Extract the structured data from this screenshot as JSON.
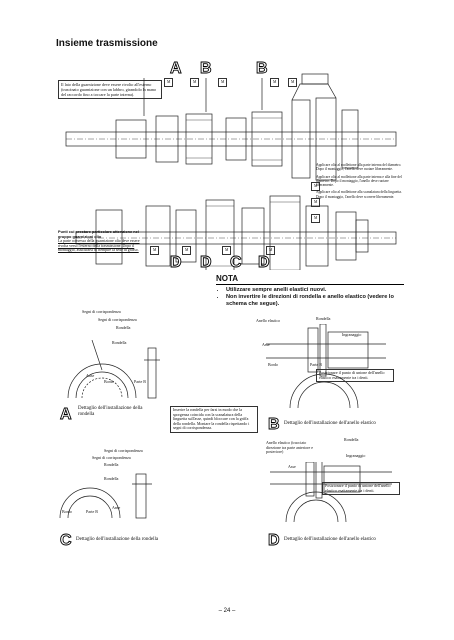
{
  "page": {
    "title": "Insieme trasmissione",
    "page_number": "– 24 –"
  },
  "callouts": {
    "top_left": "Il lato della guarnizione deve essere rivolto all'esterno (trascinato guarnizione con un labbro, girandolo la mano del raccordo fino a toccare la parte interna).",
    "lower_left_head": "Punti cui prestare particolare attenzione nel gruppo guarnizioni olio",
    "lower_left_body": "La parte convessa della guarnizione olio deve essere rivolta verso l'esterno della trasmissione. Dopo il montaggio, assicurarsi di riempire la sede di grasso.",
    "right_1": "Applicare olio al mollettone alla parte interna del diametro. Dopo il montaggio, l'anello deve ruotare liberamente.",
    "right_2": "Applicare olio al mollettone alla parte interna e alla fine del diametro. Dopo il montaggio, l'anello deve ruotare liberamente.",
    "right_3": "Applicare olio al mollettone alla scanalatura della linguetta. Dopo il montaggio, l'anello deve scorrere liberamente."
  },
  "markers": {
    "top_letters": [
      "A",
      "B",
      "B"
    ],
    "bottom_letters": [
      "D",
      "D",
      "C",
      "D"
    ],
    "m_labels": [
      "M",
      "M",
      "M",
      "M",
      "M",
      "M",
      "M",
      "M",
      "M",
      "M",
      "M",
      "M"
    ]
  },
  "nota": {
    "heading": "NOTA",
    "items": [
      "Utilizzare sempre anelli elastici nuovi.",
      "Non invertire le direzioni di rondella e anello elastico (vedere lo schema che segue)."
    ]
  },
  "detail_a": {
    "letter": "A",
    "caption": "Dettaglio dell'installazione della rondella",
    "labels": {
      "segni": "Segni di corrispondenza",
      "segni2": "Segni di corrispondenza",
      "rondella": "Rondella",
      "bordo": "Bordo",
      "anse": "Anse",
      "parte_b": "Parte B"
    },
    "lower_labels": {
      "segni": "Segni di corrispondenza",
      "segni2": "Segni di corrispondenza",
      "rondella": "Rondella",
      "bordo": "Bordo",
      "anse": "Anse",
      "parte_b": "Parte B"
    },
    "instruction": "Inserire la rondella per farsi in modo che la sporgenza coincida con la scanalatura della linguetta sull'asse, quindi bloccare con la griffa della rondella. Montare la rondella rispettando i segni di corrispondenza."
  },
  "detail_b": {
    "letter": "B",
    "caption": "Dettaglio dell'installazione dell'anello elastico",
    "top_labels": {
      "anello": "Anello elastico",
      "rondella": "Rondella",
      "ingranaggio": "Ingranaggio",
      "asse": "Asse",
      "bordo": "Bordo",
      "parte_b": "Parte B",
      "note": "Posizionare il punto di unione dell'anello elastico esattamente tra i denti."
    },
    "labels": {
      "anello": "Anello elastico (tracciato direzione tra parte anteriore e posteriore)",
      "rondella": "Rondella",
      "ingranaggio": "Ingranaggio",
      "asse": "Asse",
      "note": "Posizionare il punto di unione dell'anello elastico esattamente tra i denti."
    }
  },
  "detail_c": {
    "letter": "C",
    "caption": "Dettaglio dell'installazione della rondella"
  },
  "detail_d": {
    "letter": "D",
    "caption": "Dettaglio dell'installazione dell'anello elastico"
  }
}
